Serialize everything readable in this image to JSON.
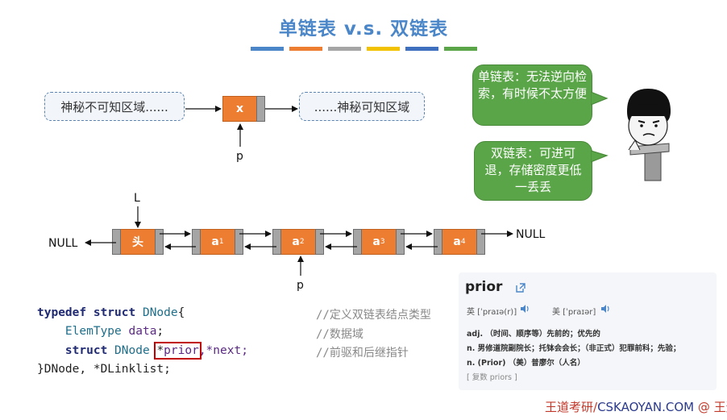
{
  "title": "单链表 v.s. 双链表",
  "stripe_colors": [
    "#4a86c8",
    "#ed7d31",
    "#a5a5a5",
    "#f2c200",
    "#3f6fbf",
    "#5aa548"
  ],
  "single_list": {
    "left_zone": "神秘不可知区域......",
    "node_label": "x",
    "right_zone": "......神秘可知区域",
    "pointer_label": "p"
  },
  "double_list": {
    "head_pointer_label": "L",
    "head_label": "头",
    "nodes": [
      {
        "base": "a",
        "sub": "1"
      },
      {
        "base": "a",
        "sub": "2"
      },
      {
        "base": "a",
        "sub": "3"
      },
      {
        "base": "a",
        "sub": "4"
      }
    ],
    "null_left": "NULL",
    "null_right": "NULL",
    "pointer_label": "p"
  },
  "bubbles": {
    "single": "单链表：无法逆向检索，有时候不太方便",
    "double": "双链表：可进可退，存储密度更低一丢丢"
  },
  "code": {
    "line1": {
      "kw1": "typedef",
      "kw2": "struct",
      "name": "DNode",
      "brace": "{"
    },
    "line2": {
      "type": "ElemType",
      "field": "data",
      "end": ";"
    },
    "line3": {
      "kw": "struct",
      "type": "DNode",
      "star1": "*",
      "prior": "prior",
      "rest": ",*next;"
    },
    "line4": {
      "text": "}DNode, *DLinklist;"
    },
    "comments": [
      "//定义双链表结点类型",
      "//数据域",
      "//前驱和后继指针"
    ]
  },
  "dictionary": {
    "word": "prior",
    "uk_label": "英",
    "uk_phonetic": "[ˈpraɪə(r)]",
    "us_label": "美",
    "us_phonetic": "[ˈpraɪər]",
    "def1": "adj. （时间、顺序等）先前的；优先的",
    "def2": "n. 男修道院副院长；托钵会会长；（非正式）犯罪前科；先验；",
    "def3": "n. (Prior) （美）普廖尔（人名）",
    "plural": "[ 复数 priors ]"
  },
  "footer": {
    "part1": "王道考研/",
    "part2": "CSKAOYAN.COM",
    "part3": "  @ 王道 凯"
  }
}
